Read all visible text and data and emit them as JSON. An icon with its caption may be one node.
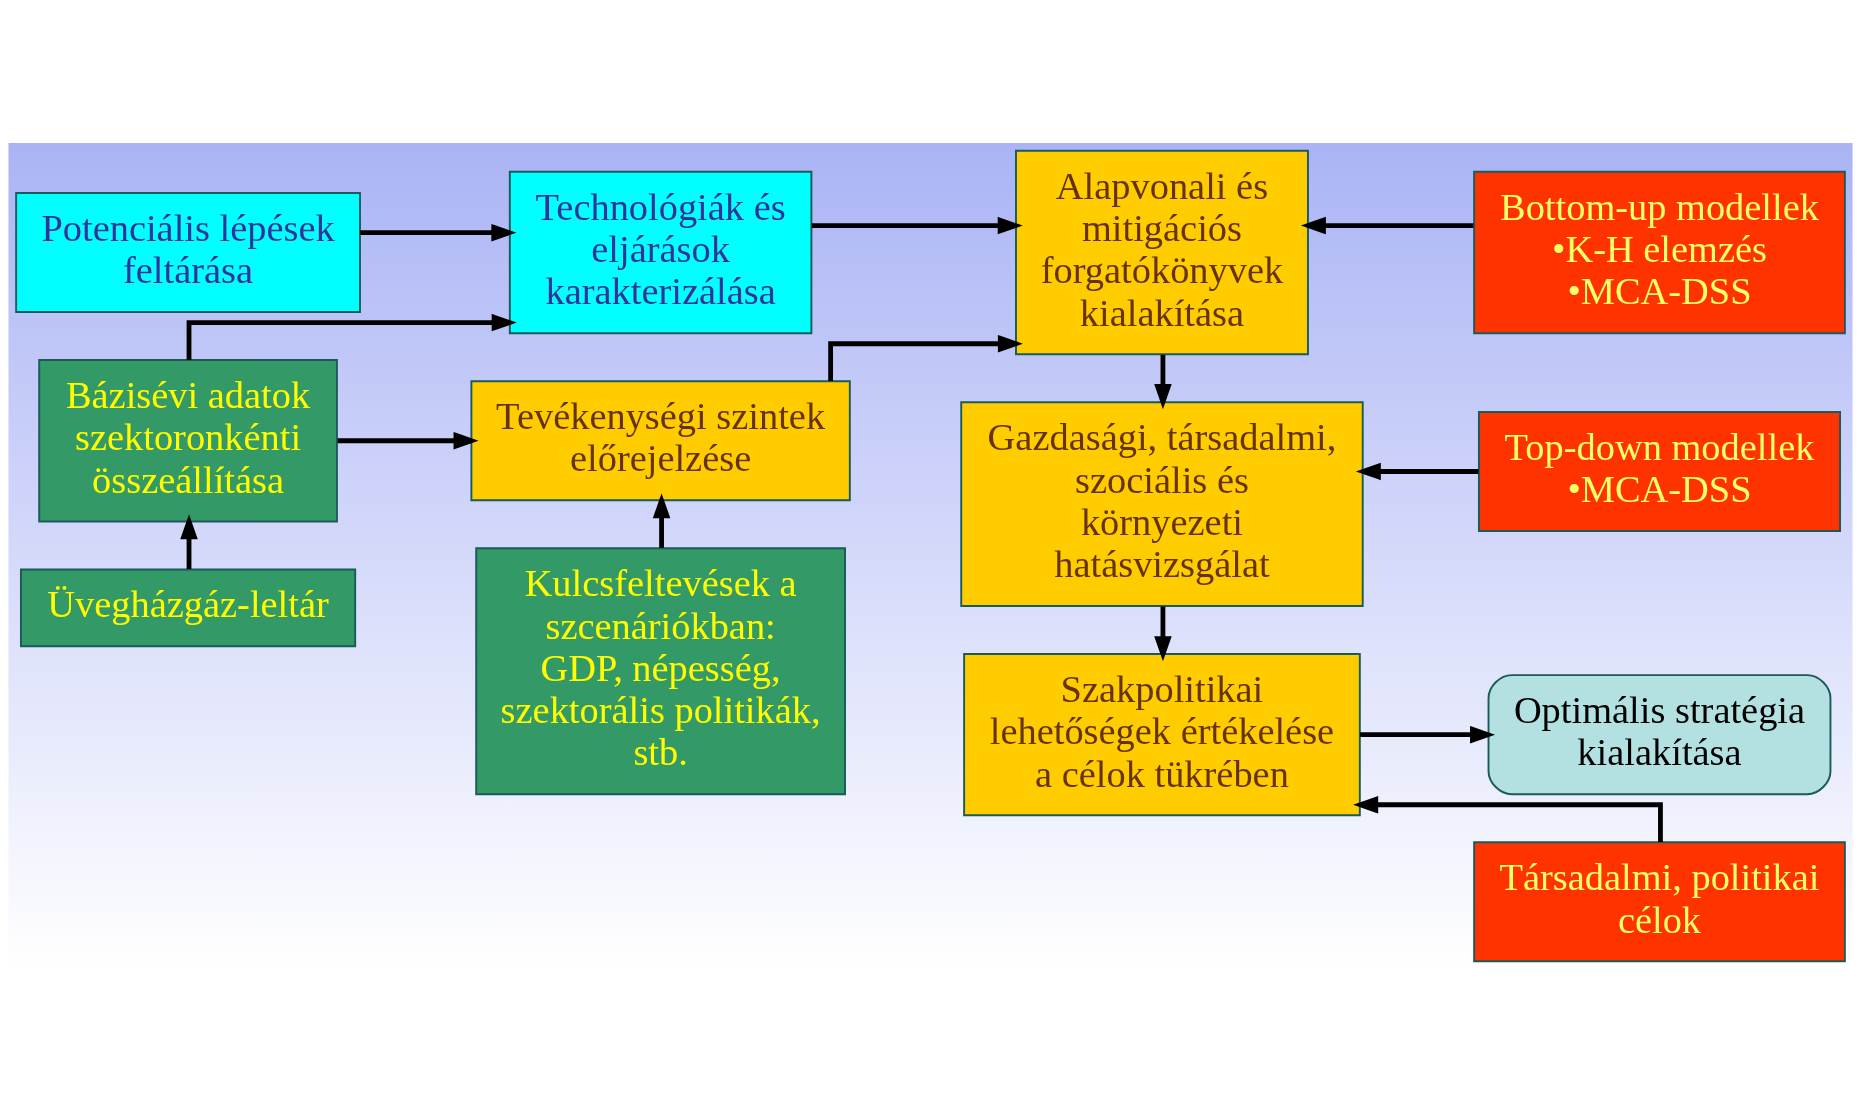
{
  "diagram": {
    "nodes": [
      {
        "text": [
          "Potenciális lépések feltárása"
        ]
      },
      {
        "text": [
          "Technológiák és eljárások karakterizálása"
        ]
      },
      {
        "text": [
          "Alapvonali és mitigációs forgatókönyvek kialakítása"
        ]
      },
      {
        "text": [
          "Bottom-up modellek",
          "•K-H elemzés",
          "•MCA-DSS"
        ]
      },
      {
        "text": [
          "Bázisévi adatok szektoronkénti összeállítása"
        ]
      },
      {
        "text": [
          "Gazdasági, társadalmi, szociális és környezeti hatásvizsgálat"
        ]
      },
      {
        "text": [
          "Tevékenységi szintek előrejelzése"
        ]
      },
      {
        "text": [
          "Top-down modellek",
          "•MCA-DSS"
        ]
      },
      {
        "text": [
          "Üvegházgáz-leltár"
        ]
      },
      {
        "text": [
          "Kulcsfeltevések a szcenáriókban:",
          "GDP, népesség, szektorális politikák, stb."
        ]
      },
      {
        "text": [
          "Szakpolitikai lehetőségek értékelése a célok tükrében"
        ]
      },
      {
        "text": [
          "Társadalmi, politikai célok"
        ]
      },
      {
        "text": [
          "Optimális stratégia kialakítása"
        ]
      }
    ],
    "edges": [
      {
        "from": 0,
        "to": 1,
        "arrow": "to"
      },
      {
        "from": 4,
        "to": 1,
        "arrow": "to"
      },
      {
        "from": 1,
        "to": 2,
        "arrow": "to"
      },
      {
        "from": 3,
        "to": 2,
        "arrow": "to"
      },
      {
        "from": 4,
        "to": 6,
        "arrow": "to"
      },
      {
        "from": 6,
        "to": 2,
        "arrow": "to"
      },
      {
        "from": 2,
        "to": 5,
        "arrow": "to"
      },
      {
        "from": 7,
        "to": 5,
        "arrow": "to"
      },
      {
        "from": 8,
        "to": 4,
        "arrow": "to"
      },
      {
        "from": 9,
        "to": 6,
        "arrow": "to"
      },
      {
        "from": 5,
        "to": 10,
        "arrow": "to"
      },
      {
        "from": 11,
        "to": 10,
        "arrow": "to"
      },
      {
        "from": 10,
        "to": 12,
        "arrow": "to"
      }
    ]
  }
}
